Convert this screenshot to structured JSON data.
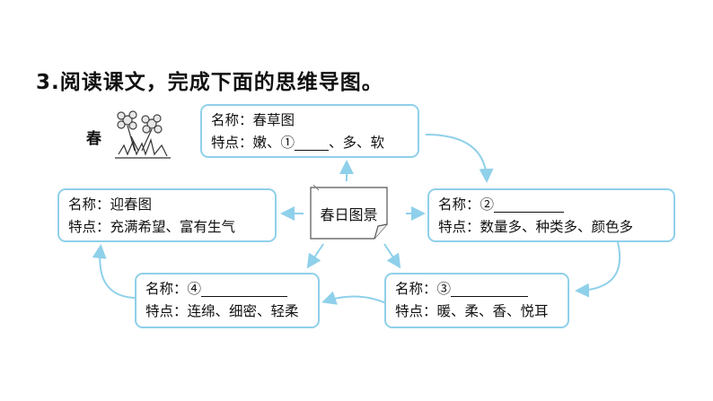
{
  "question": {
    "number": "3",
    "text": ".阅读课文，完成下面的思维导图。"
  },
  "season_label": "春",
  "center_label": "春日图景",
  "boxes": {
    "top": {
      "name_label": "名称：",
      "name_value": "春草图",
      "trait_label": "特点：",
      "trait_before": "嫩、①",
      "trait_after": "、多、软"
    },
    "right": {
      "name_label": "名称：",
      "name_value": "②",
      "trait_label": "特点：",
      "trait_value": "数量多、种类多、颜色多"
    },
    "bottom_right": {
      "name_label": "名称：",
      "name_value": "③",
      "trait_label": "特点：",
      "trait_value": "暖、柔、香、悦耳"
    },
    "bottom_left": {
      "name_label": "名称：",
      "name_value": "④",
      "trait_label": "特点：",
      "trait_value": "连绵、细密、轻柔"
    },
    "left": {
      "name_label": "名称：",
      "name_value": "迎春图",
      "trait_label": "特点：",
      "trait_value": "充满希望、富有生气"
    }
  },
  "colors": {
    "box_border": "#8fd0ea",
    "arrow": "#8fd0ea"
  },
  "icons": [
    "flower-illustration-icon",
    "sticky-note-icon"
  ]
}
